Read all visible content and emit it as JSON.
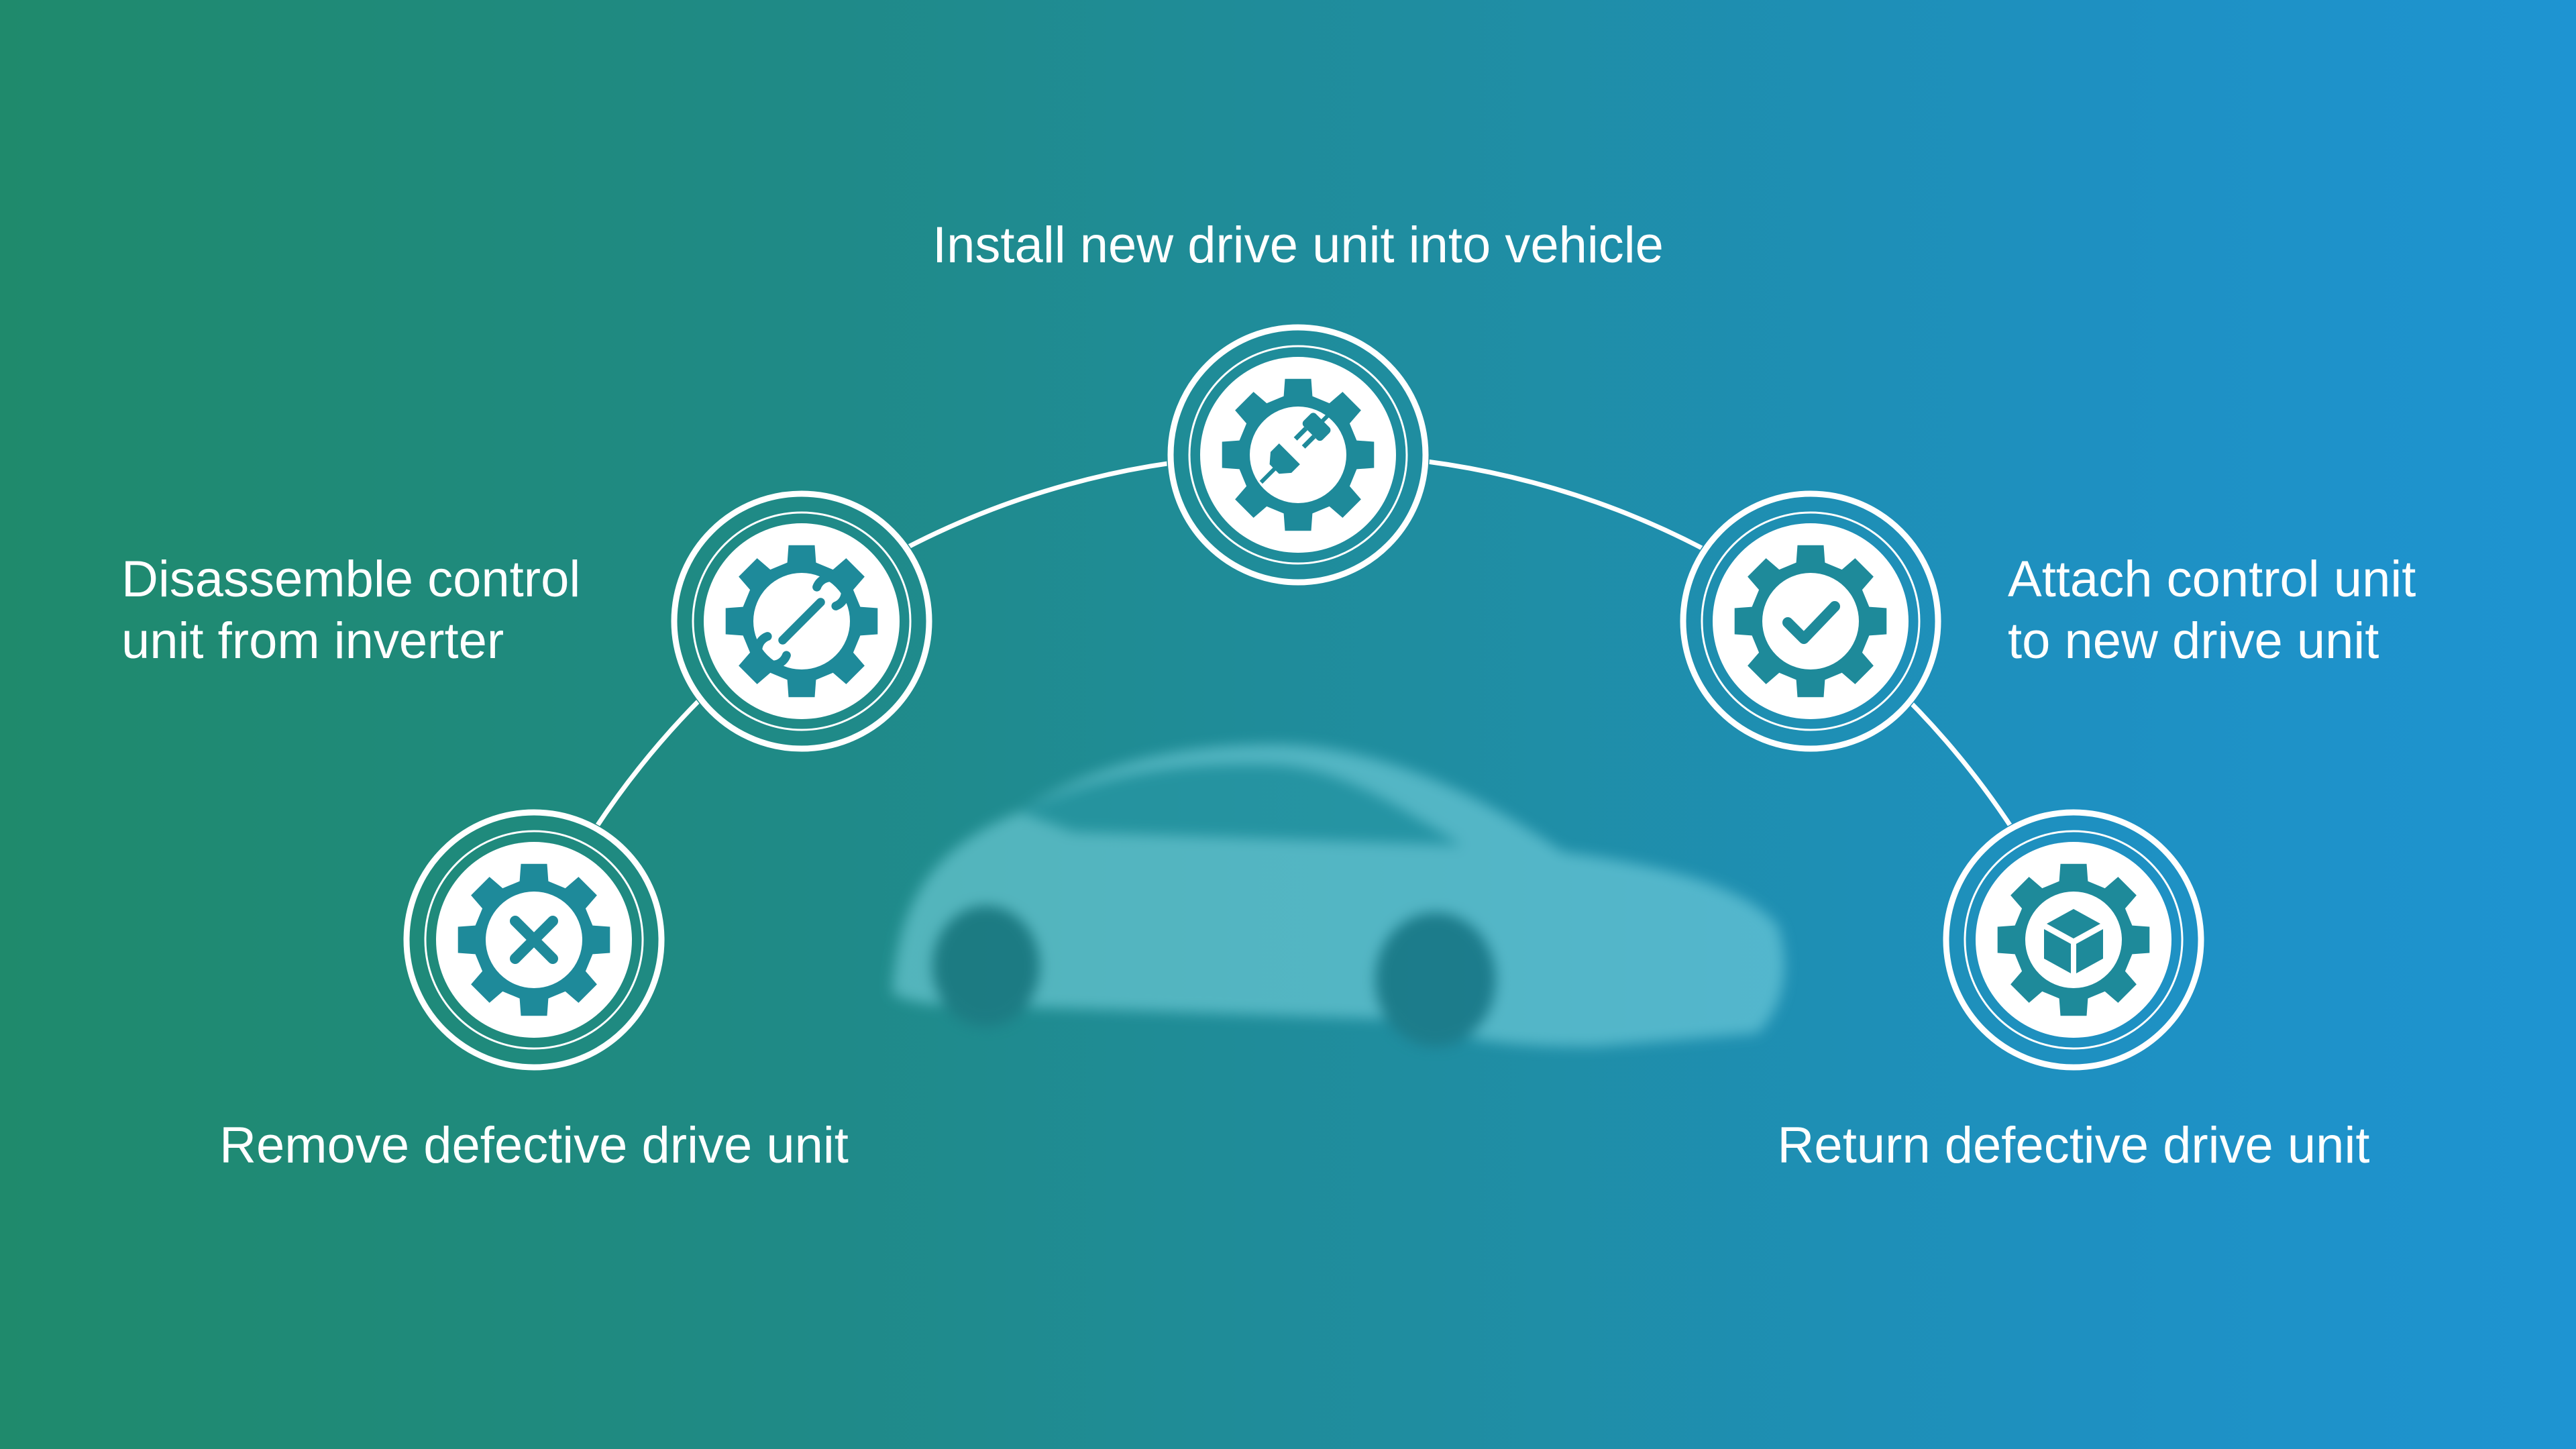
{
  "colors": {
    "icon_teal": "#1e8a9a",
    "ring": "#ffffff"
  },
  "steps": [
    {
      "label": "Install new drive unit into vehicle",
      "icon": "plug-icon"
    },
    {
      "label_line1": "Disassemble control",
      "label_line2": "unit from inverter",
      "icon": "wrench-icon"
    },
    {
      "label_line1": "Attach control unit",
      "label_line2": "to new drive unit",
      "icon": "check-icon"
    },
    {
      "label": "Remove defective drive unit",
      "icon": "x-icon"
    },
    {
      "label": "Return defective drive unit",
      "icon": "cube-icon"
    }
  ]
}
